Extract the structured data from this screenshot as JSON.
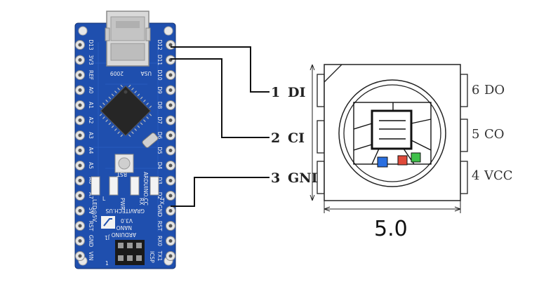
{
  "board": {
    "left_pins": [
      "D13",
      "3V3",
      "REF",
      "A0",
      "A1",
      "A2",
      "A3",
      "A4",
      "A5",
      "A6",
      "A7",
      "5V",
      "RST",
      "GND",
      "VIN"
    ],
    "right_pins": [
      "D12",
      "D11",
      "D10",
      "D9",
      "D8",
      "D7",
      "D6",
      "D5",
      "D4",
      "D3",
      "D2",
      "GND",
      "RST",
      "RX0",
      "TX1"
    ],
    "texts": {
      "usa": "USA",
      "year": "2009",
      "leds_left": "LED@5V",
      "pwr": "PWR",
      "rx": "RX",
      "tx": "TX",
      "l": "L",
      "arduino_cc": "ARDUINO.CC",
      "rst": "RST",
      "site": "GRAVITECH.US",
      "version": "V3.0",
      "nano": "NANO",
      "arduino": "ARDUINO",
      "icsp": "ICSP",
      "j1": "J1",
      "one": "1"
    }
  },
  "chip": {
    "left_labels": [
      {
        "num": "1",
        "name": "DI"
      },
      {
        "num": "2",
        "name": "CI"
      },
      {
        "num": "3",
        "name": "GND"
      }
    ],
    "right_labels": [
      {
        "num": "6",
        "name": "DO"
      },
      {
        "num": "5",
        "name": "CO"
      },
      {
        "num": "4",
        "name": "VCC"
      }
    ],
    "dimension": "5.0"
  },
  "colors": {
    "pcb": "#1f4fae",
    "pcb_dark": "#173c86",
    "wire": "#111111",
    "led_blue": "#2a6fe0",
    "led_red": "#e04a3a",
    "led_green": "#3fc04a"
  }
}
